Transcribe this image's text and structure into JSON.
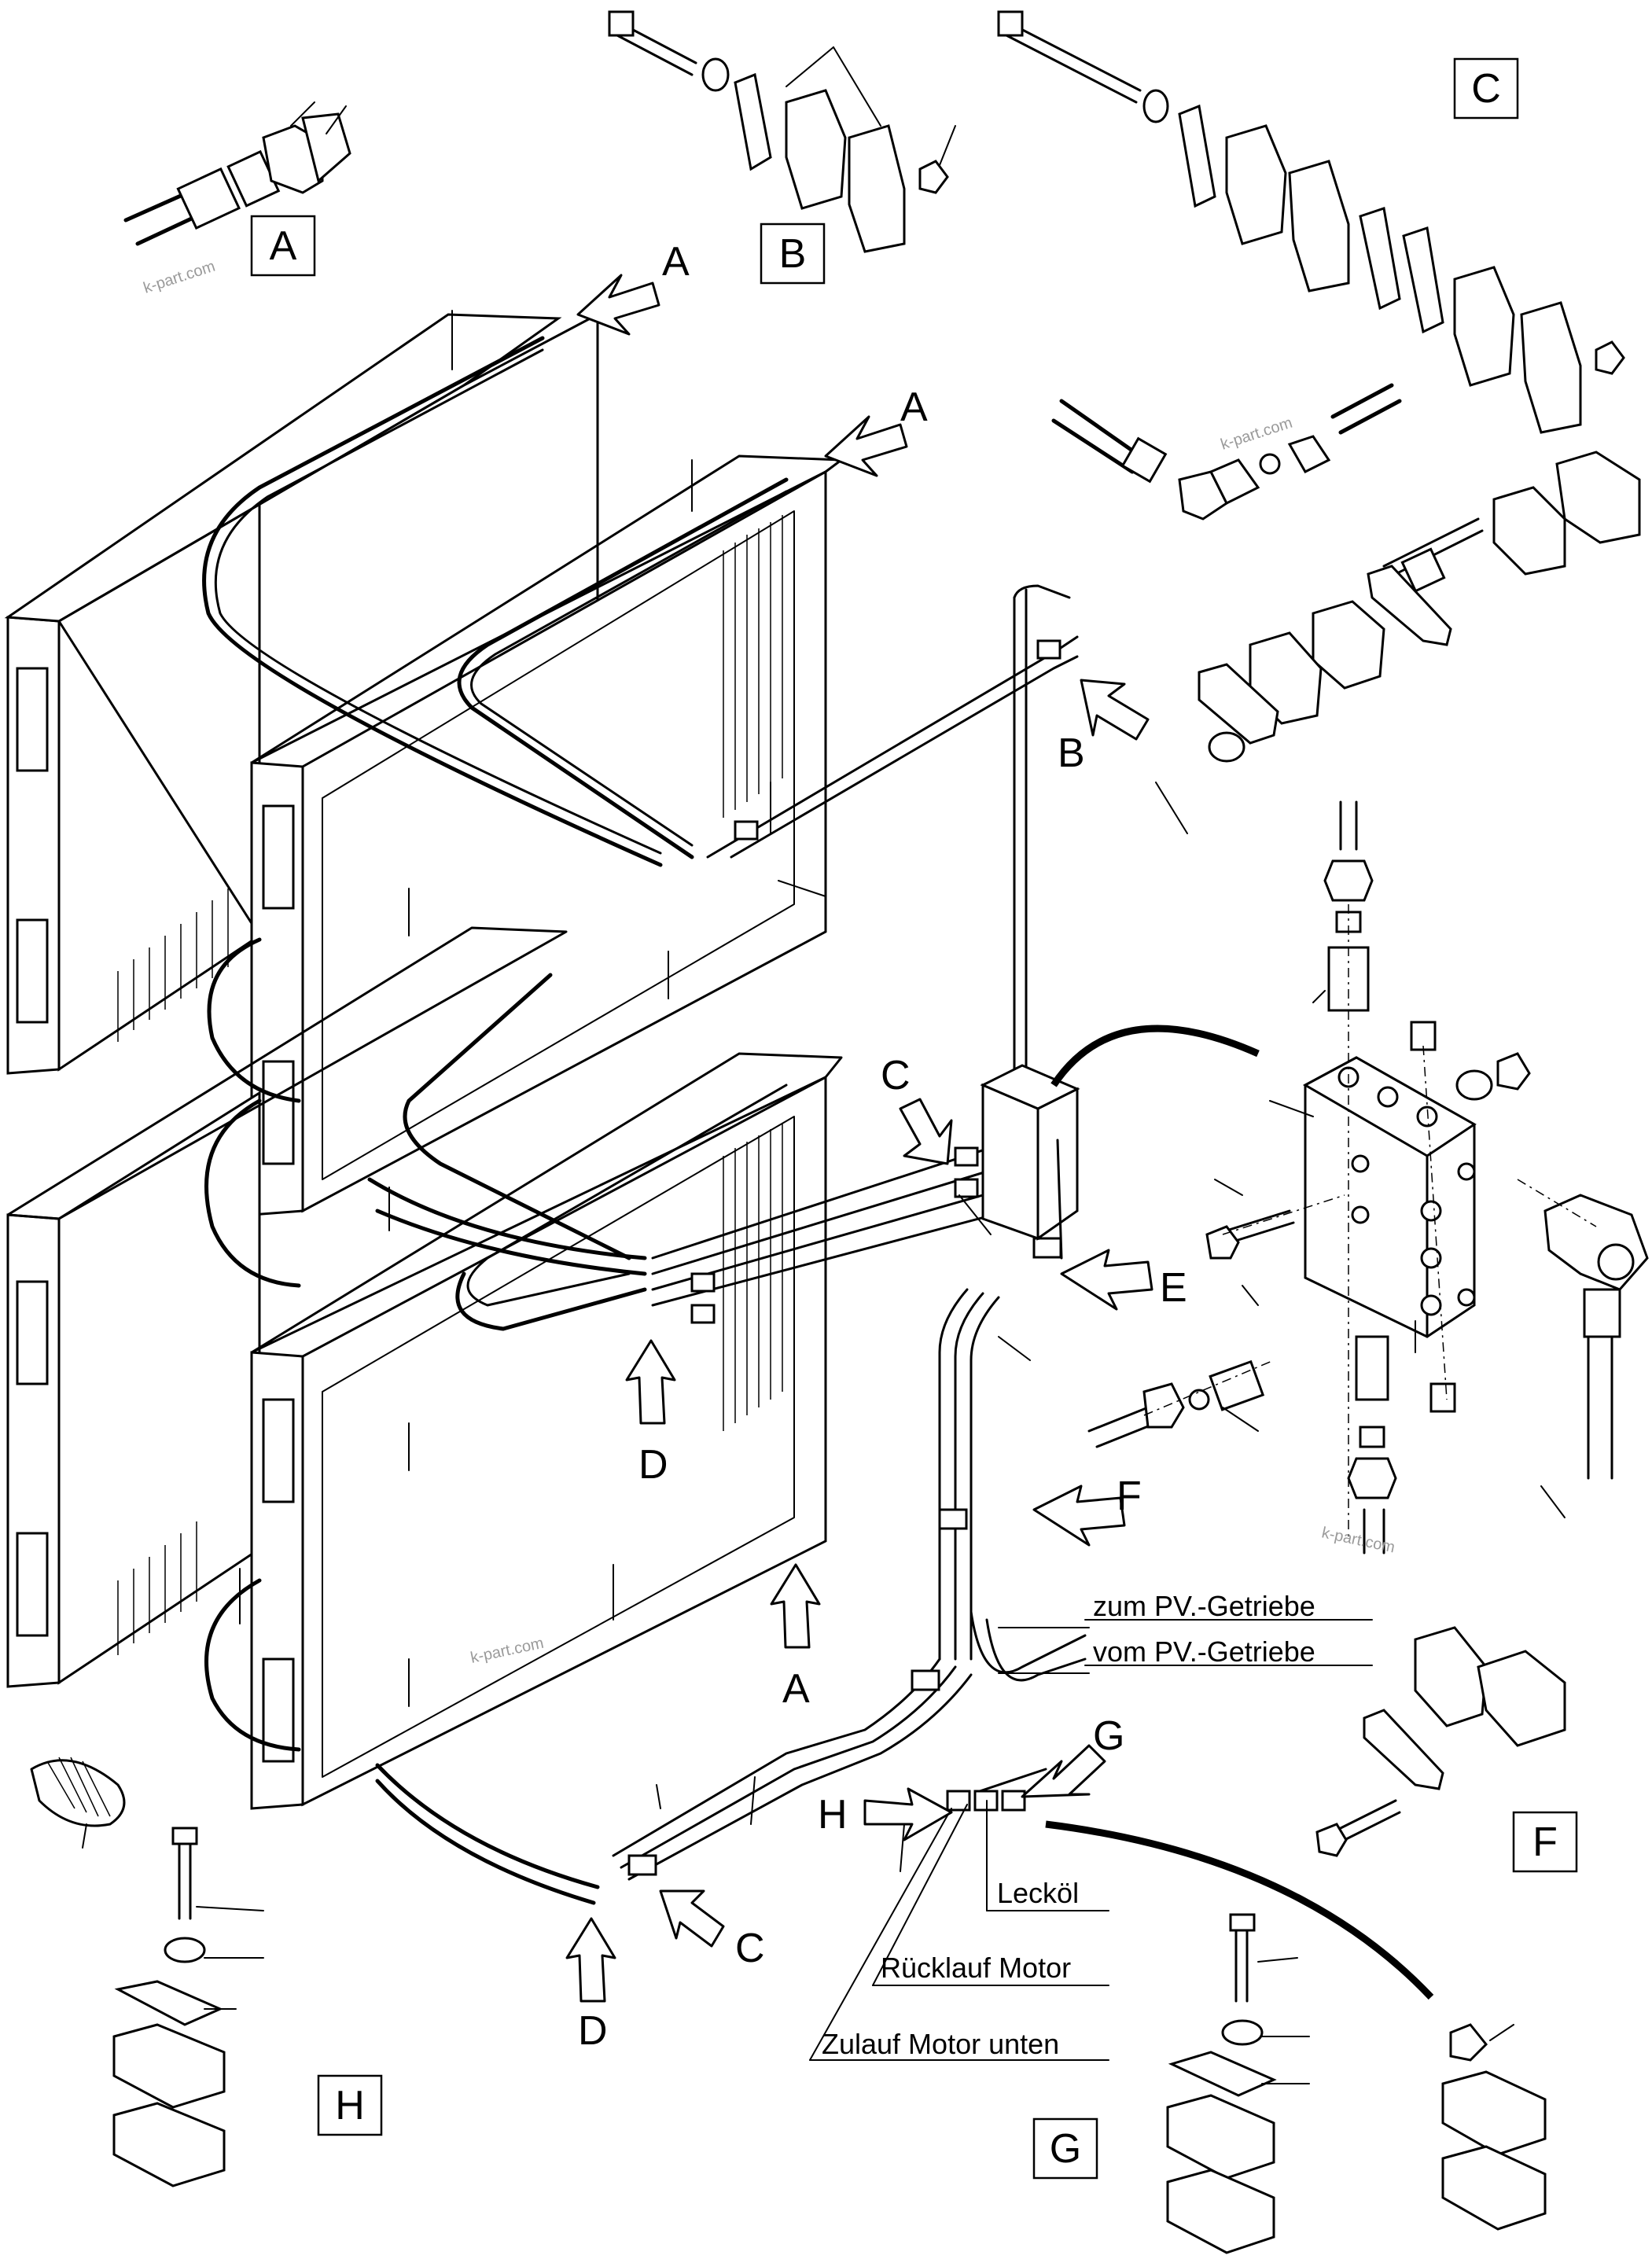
{
  "detail_labels": {
    "A": "A",
    "B": "B",
    "C": "C",
    "D": "D",
    "E": "E",
    "F": "F",
    "G": "G",
    "H": "H"
  },
  "notes": {
    "zum_pv": "zum PV.-Getriebe",
    "vom_pv": "vom PV.-Getriebe",
    "leckoel": "Lecköl",
    "ruecklauf": "Rücklauf Motor",
    "zulauf": "Zulauf Motor unten"
  },
  "watermark": "k-part.com"
}
